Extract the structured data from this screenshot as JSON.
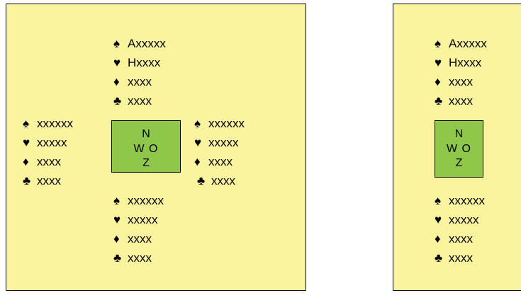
{
  "suits": {
    "spades": "♠",
    "hearts": "♥",
    "diamonds": "♦",
    "clubs": "♣"
  },
  "left_board": {
    "north": {
      "spades": "Axxxxx",
      "hearts": "Hxxxx",
      "diamonds": "xxxx",
      "clubs": "xxxx"
    },
    "west": {
      "spades": "xxxxxx",
      "hearts": "xxxxx",
      "diamonds": "xxxx",
      "clubs": "xxxx"
    },
    "east": {
      "spades": "xxxxxx",
      "hearts": "xxxxx",
      "diamonds": "xxxx",
      "clubs": "xxxx"
    },
    "south": {
      "spades": "xxxxxx",
      "hearts": "xxxxx",
      "diamonds": "xxxx",
      "clubs": "xxxx"
    },
    "compass": {
      "n": "N",
      "wo": "W O",
      "z": "Z"
    }
  },
  "right_board": {
    "north": {
      "spades": "Axxxxx",
      "hearts": "Hxxxx",
      "diamonds": "xxxx",
      "clubs": "xxxx"
    },
    "south": {
      "spades": "xxxxxx",
      "hearts": "xxxxx",
      "diamonds": "xxxx",
      "clubs": "xxxx"
    },
    "compass": {
      "n": "N",
      "wo": "W O",
      "z": "Z"
    }
  },
  "colors": {
    "board_bg": "#fbf49e",
    "compass_bg": "#8ec74a",
    "border": "#000000"
  }
}
